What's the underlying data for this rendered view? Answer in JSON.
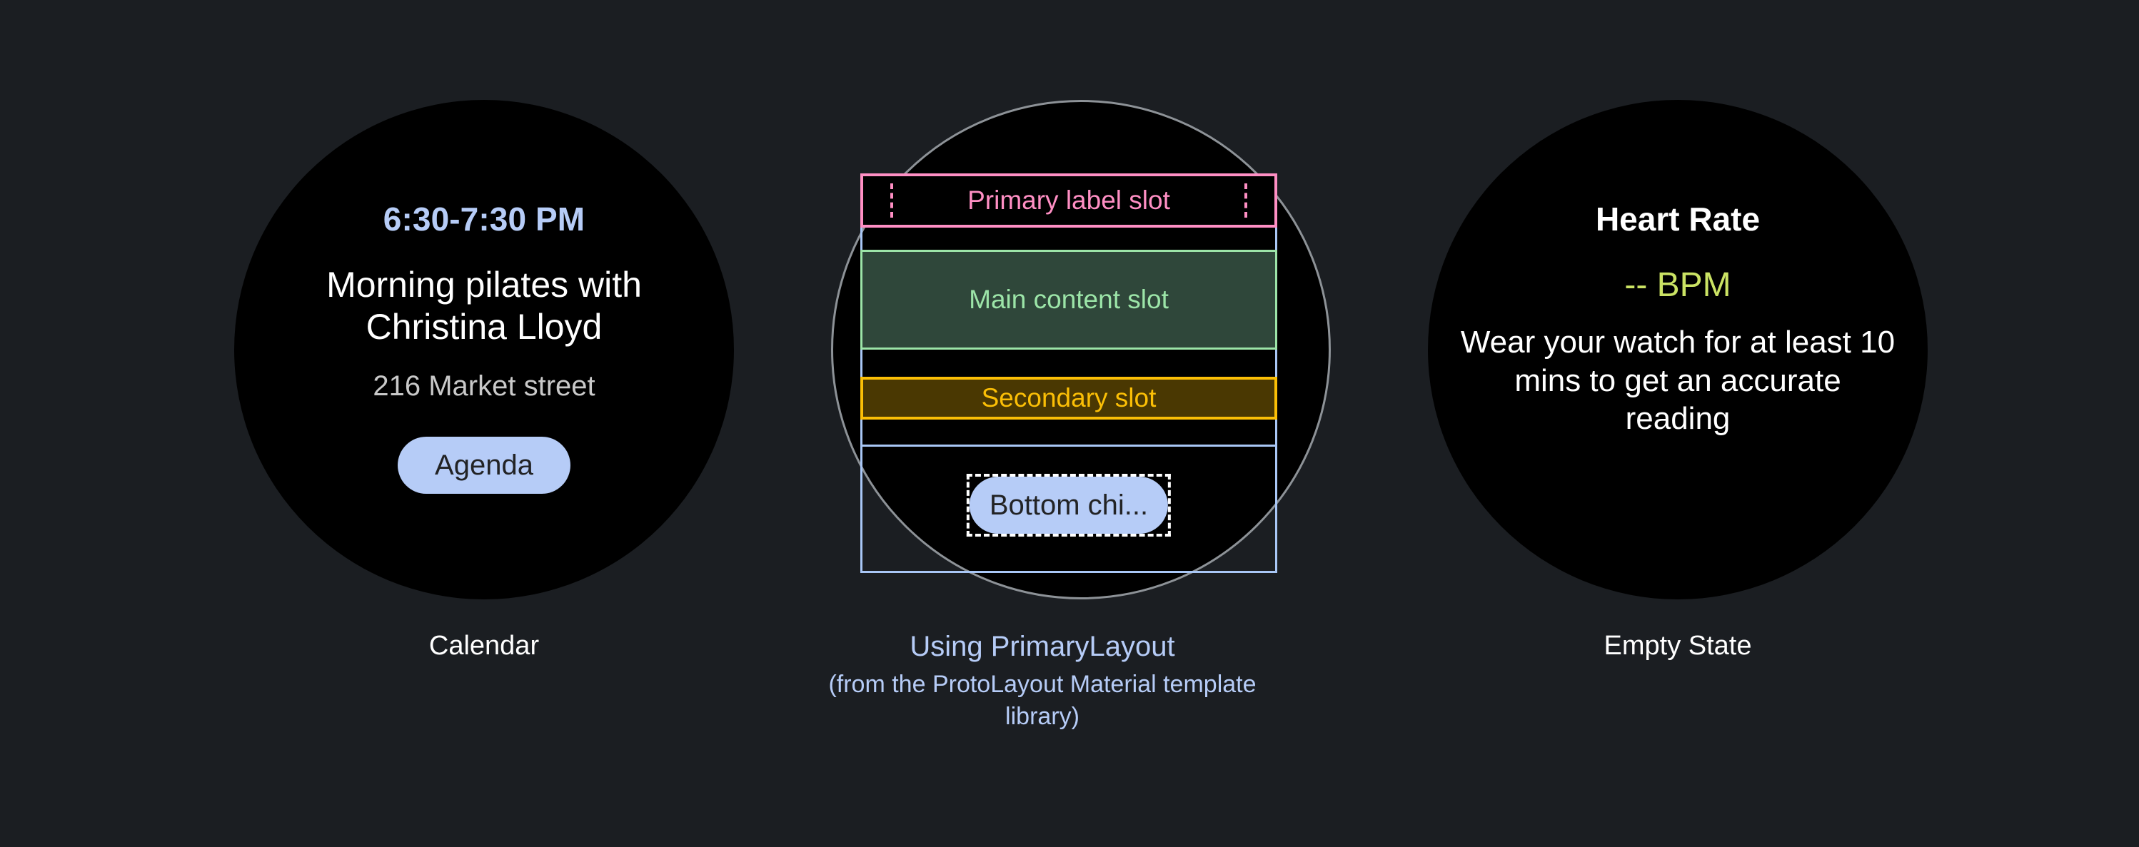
{
  "background_color": "#1b1e22",
  "panels": [
    {
      "id": "calendar",
      "caption": "Calendar",
      "screen": {
        "time_range": "6:30-7:30 PM",
        "event_title": "Morning pilates with Christina Lloyd",
        "location": "216 Market street",
        "chip_label": "Agenda"
      },
      "colors": {
        "time": "#b6ccf7",
        "title": "#ffffff",
        "location": "#c9c9c9",
        "chip_bg": "#b6ccf7",
        "chip_text": "#222325",
        "screen_bg": "#000000"
      }
    },
    {
      "id": "diagram",
      "caption_main": "Using PrimaryLayout",
      "caption_sub": "(from the ProtoLayout Material template library)",
      "caption_color": "#b6ccf7",
      "slots": [
        {
          "name": "primary-label-slot",
          "label": "Primary label slot",
          "border": "#ff8fc4",
          "fill": "#000000",
          "text": "#ff8fc4"
        },
        {
          "name": "main-content-slot",
          "label": "Main content slot",
          "border": "#9ce5a8",
          "fill": "#2f473a",
          "text": "#9ce5a8"
        },
        {
          "name": "secondary-slot",
          "label": "Secondary slot",
          "border": "#fbbf06",
          "fill": "#4a3802",
          "text": "#fbbf06"
        }
      ],
      "bottom_chip": {
        "label": "Bottom chi...",
        "chip_bg": "#b6ccf7",
        "chip_text": "#222325",
        "dashed_border": "#ffffff"
      },
      "container_border": "#a9c7f6",
      "circle_outline": "#8d9297"
    },
    {
      "id": "empty-state",
      "caption": "Empty State",
      "screen": {
        "title": "Heart Rate",
        "value": "-- BPM",
        "description": "Wear your watch for at least 10 mins to get an accurate reading"
      },
      "colors": {
        "title": "#ffffff",
        "value": "#cbe364",
        "description": "#ffffff",
        "screen_bg": "#000000"
      }
    }
  ]
}
